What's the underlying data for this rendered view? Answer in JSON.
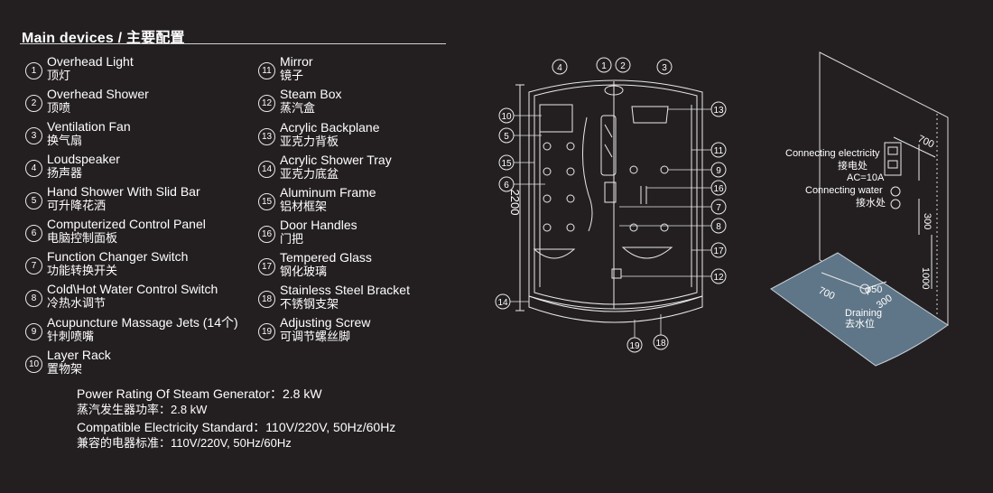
{
  "header": {
    "title": "Main devices / 主要配置"
  },
  "devices": [
    {
      "num": "1",
      "en": "Overhead Light",
      "cn": "顶灯"
    },
    {
      "num": "2",
      "en": "Overhead Shower",
      "cn": "顶喷"
    },
    {
      "num": "3",
      "en": "Ventilation Fan",
      "cn": "换气扇"
    },
    {
      "num": "4",
      "en": "Loudspeaker",
      "cn": "扬声器"
    },
    {
      "num": "5",
      "en": "Hand Shower With Slid Bar",
      "cn": "可升降花洒"
    },
    {
      "num": "6",
      "en": "Computerized Control Panel",
      "cn": "电脑控制面板"
    },
    {
      "num": "7",
      "en": "Function Changer Switch",
      "cn": "功能转换开关"
    },
    {
      "num": "8",
      "en": "Cold\\Hot Water Control Switch",
      "cn": "冷热水调节"
    },
    {
      "num": "9",
      "en": "Acupuncture Massage Jets (14个)",
      "cn": "针刺喷嘴"
    },
    {
      "num": "10",
      "en": "Layer Rack",
      "cn": "置物架"
    },
    {
      "num": "11",
      "en": "Mirror",
      "cn": "镜子"
    },
    {
      "num": "12",
      "en": "Steam Box",
      "cn": "蒸汽盒"
    },
    {
      "num": "13",
      "en": "Acrylic Backplane",
      "cn": "亚克力背板"
    },
    {
      "num": "14",
      "en": "Acrylic Shower Tray",
      "cn": "亚克力底盆"
    },
    {
      "num": "15",
      "en": "Aluminum Frame",
      "cn": "铝材框架"
    },
    {
      "num": "16",
      "en": "Door Handles",
      "cn": "门把"
    },
    {
      "num": "17",
      "en": "Tempered Glass",
      "cn": "钢化玻璃"
    },
    {
      "num": "18",
      "en": "Stainless Steel Bracket",
      "cn": "不锈钢支架"
    },
    {
      "num": "19",
      "en": "Adjusting Screw",
      "cn": "可调节螺丝脚"
    }
  ],
  "specs": {
    "power_en": "Power Rating Of Steam Generator：2.8 kW",
    "power_cn": "蒸汽发生器功率：2.8 kW",
    "elec_en": "Compatible Electricity Standard：110V/220V, 50Hz/60Hz",
    "elec_cn": "兼容的电器标准：110V/220V, 50Hz/60Hz"
  },
  "shower_diagram": {
    "height_label": "2200",
    "callouts": [
      "1",
      "2",
      "3",
      "4",
      "5",
      "6",
      "7",
      "8",
      "9",
      "10",
      "11",
      "12",
      "13",
      "14",
      "15",
      "16",
      "17",
      "18",
      "19"
    ]
  },
  "room_diagram": {
    "elec_en": "Connecting electricity",
    "elec_cn": "接电处",
    "elec_ac": "AC=10A",
    "water_en": "Connecting water",
    "water_cn": "接水处",
    "drain_en": "Draining",
    "drain_cn": "去水位",
    "dim_wall_top": "700",
    "dim_wall_side": "300",
    "dim_height": "1000",
    "dim_floor_a": "700",
    "dim_floor_b": "300",
    "dim_drain": "φ50"
  }
}
